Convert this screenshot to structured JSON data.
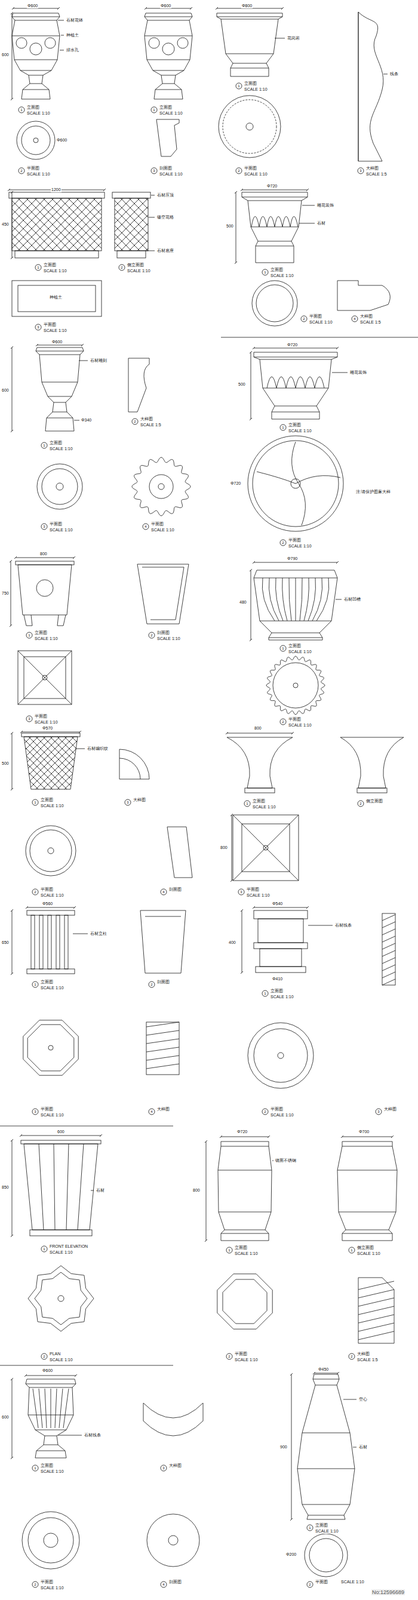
{
  "diagram": {
    "labels": [
      "Φ600",
      "600",
      "石材花钵",
      "种植土",
      "排水孔",
      "1",
      "立面图",
      "SCALE 1:10",
      "Φ600",
      "2",
      "平面图",
      "SCALE 1:10",
      "Φ600",
      "1",
      "立面图",
      "SCALE 1:10",
      "3",
      "剖面图",
      "SCALE 1:10",
      "Φ800",
      "花岗岩",
      "1",
      "立面图",
      "SCALE 1:10",
      "2",
      "平面图",
      "SCALE 1:10",
      "3",
      "大样图",
      "SCALE 1:5",
      "线条",
      "1200",
      "450",
      "石材压顶",
      "镂空花格",
      "石材底座",
      "1",
      "立面图",
      "SCALE 1:10",
      "2",
      "侧立面图",
      "SCALE 1:10",
      "3",
      "平面图",
      "SCALE 1:10",
      "种植土",
      "Φ720",
      "500",
      "雕花装饰",
      "石材",
      "1",
      "立面图",
      "SCALE 1:10",
      "2",
      "平面图",
      "SCALE 1:10",
      "4",
      "大样图",
      "SCALE 1:5",
      "Φ600",
      "600",
      "石材雕刻",
      "Φ340",
      "1",
      "立面图",
      "SCALE 1:10",
      "2",
      "大样图",
      "SCALE 1:5",
      "3",
      "平面图",
      "SCALE 1:10",
      "4",
      "平面图",
      "SCALE 1:10",
      "Φ720",
      "500",
      "雕花装饰",
      "1",
      "立面图",
      "SCALE 1:10",
      "Φ720",
      "2",
      "平面图",
      "SCALE 1:10",
      "注:请保护图案大样",
      "800",
      "750",
      "1",
      "立面图",
      "SCALE 1:10",
      "2",
      "剖面图",
      "SCALE 1:10",
      "3",
      "平面图",
      "SCALE 1:10",
      "Φ790",
      "480",
      "石材凹槽",
      "1",
      "立面图",
      "SCALE 1:10",
      "2",
      "平面图",
      "SCALE 1:10",
      "Φ570",
      "500",
      "石材编织纹",
      "1",
      "立面图",
      "SCALE 1:10",
      "2",
      "平面图",
      "SCALE 1:10",
      "3",
      "大样图",
      "4",
      "剖面图",
      "800",
      "1",
      "立面图",
      "SCALE 1:10",
      "2",
      "侧立面图",
      "3",
      "平面图",
      "SCALE 1:10",
      "800",
      "Φ560",
      "650",
      "石材立柱",
      "1",
      "立面图",
      "SCALE 1:10",
      "2",
      "剖面图",
      "3",
      "平面图",
      "SCALE 1:10",
      "4",
      "大样图",
      "Φ540",
      "400",
      "Φ410",
      "石材线条",
      "1",
      "立面图",
      "SCALE 1:10",
      "2",
      "平面图",
      "SCALE 1:10",
      "3",
      "大样图",
      "600",
      "850",
      "石材",
      "1",
      "FRONT ELEVATION",
      "SCALE 1:10",
      "2",
      "PLAN",
      "SCALE 1:10",
      "Φ720",
      "800",
      "镜面不锈钢",
      "1",
      "立面图",
      "SCALE 1:10",
      "2",
      "平面图",
      "SCALE 1:10",
      "Φ700",
      "1",
      "侧立面图",
      "SCALE 1:10",
      "2",
      "大样图",
      "SCALE 1:5",
      "Φ600",
      "600",
      "石材线条",
      "1",
      "立面图",
      "SCALE 1:10",
      "2",
      "平面图",
      "SCALE 1:10",
      "3",
      "大样图",
      "4",
      "剖面图",
      "Φ450",
      "900",
      "空心",
      "石材",
      "1",
      "立面图",
      "SCALE 1:10",
      "Φ200",
      "2",
      "平面图",
      "SCALE 1:10",
      "No:12596689"
    ]
  }
}
